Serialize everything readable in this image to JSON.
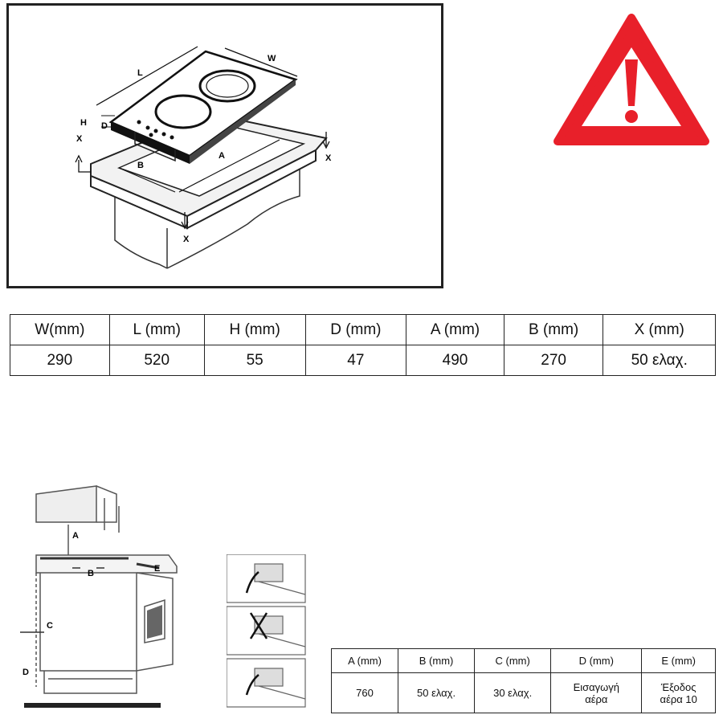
{
  "top_figure": {
    "labels": {
      "L": "L",
      "W": "W",
      "H": "H",
      "D": "D",
      "A": "A",
      "B": "B",
      "X": "X"
    }
  },
  "warning_icon": {
    "name": "warning-triangle-icon",
    "color": "#e8202a"
  },
  "dims_table": {
    "headers": [
      "W(mm)",
      "L (mm)",
      "H (mm)",
      "D (mm)",
      "A (mm)",
      "B (mm)",
      "X (mm)"
    ],
    "values": [
      "290",
      "520",
      "55",
      "47",
      "490",
      "270",
      "50 ελαχ."
    ]
  },
  "bottom_figure": {
    "labels": {
      "A": "A",
      "B": "B",
      "C": "C",
      "D": "D",
      "E": "E"
    }
  },
  "vent_table": {
    "headers": [
      "A (mm)",
      "B (mm)",
      "C (mm)",
      "D (mm)",
      "E (mm)"
    ],
    "values": [
      [
        "760"
      ],
      [
        "50 ελαχ."
      ],
      [
        "30 ελαχ."
      ],
      [
        "Εισαγωγή",
        "αέρα"
      ],
      [
        "Έξοδος",
        "αέρα 10"
      ]
    ]
  }
}
